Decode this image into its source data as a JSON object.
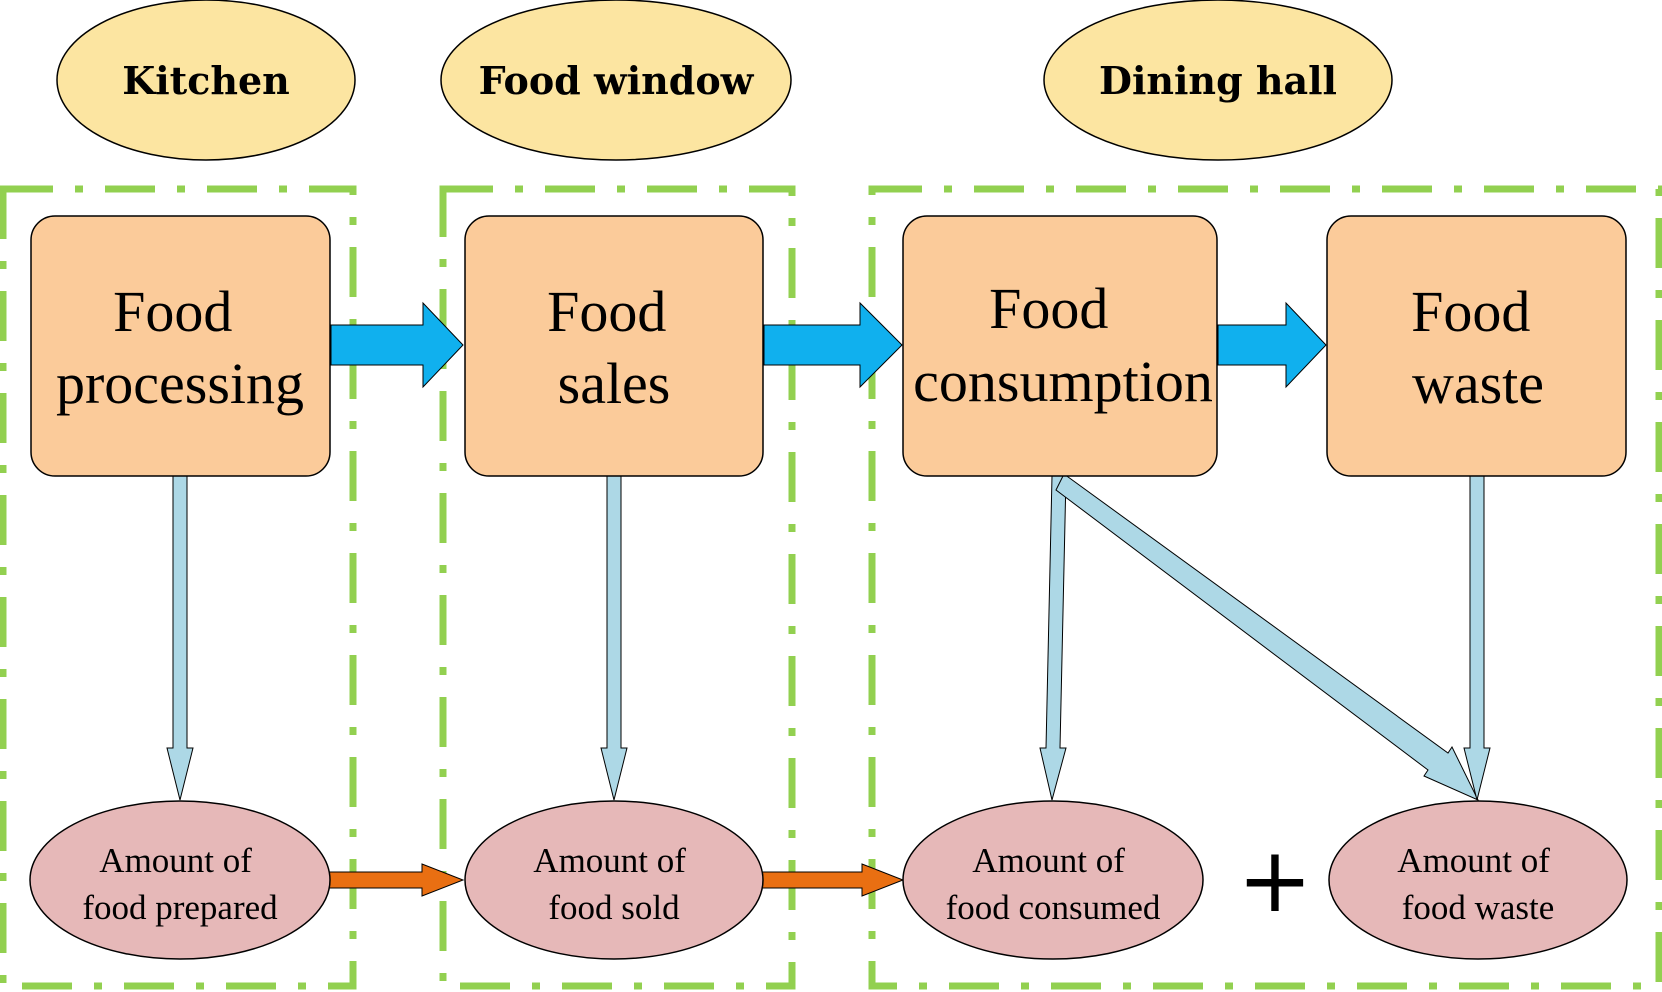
{
  "zones": [
    {
      "id": "kitchen",
      "title": "Kitchen"
    },
    {
      "id": "food-window",
      "title": "Food window"
    },
    {
      "id": "dining-hall",
      "title": "Dining hall"
    }
  ],
  "stages": [
    {
      "id": "food-processing",
      "lines": [
        "Food",
        "processing"
      ]
    },
    {
      "id": "food-sales",
      "lines": [
        "Food",
        "sales"
      ]
    },
    {
      "id": "food-consumption",
      "lines": [
        "Food",
        "consumption"
      ]
    },
    {
      "id": "food-waste",
      "lines": [
        "Food",
        "waste"
      ]
    }
  ],
  "amounts": [
    {
      "id": "food-prepared",
      "lines": [
        "Amount of",
        "food prepared"
      ]
    },
    {
      "id": "food-sold",
      "lines": [
        "Amount of",
        "food sold"
      ]
    },
    {
      "id": "food-consumed",
      "lines": [
        "Amount of",
        "food consumed"
      ]
    },
    {
      "id": "food-waste-amount",
      "lines": [
        "Amount of",
        "food waste"
      ]
    }
  ],
  "operator": "+",
  "colors": {
    "zone_fill": "#FCE5A1",
    "stage_fill": "#FBCB9A",
    "amount_fill": "#E6B8B8",
    "flow_arrow": "#10B0EE",
    "amount_arrow": "#E96F12",
    "link_arrow": "#ADD8E6",
    "zone_border": "#92D050"
  }
}
